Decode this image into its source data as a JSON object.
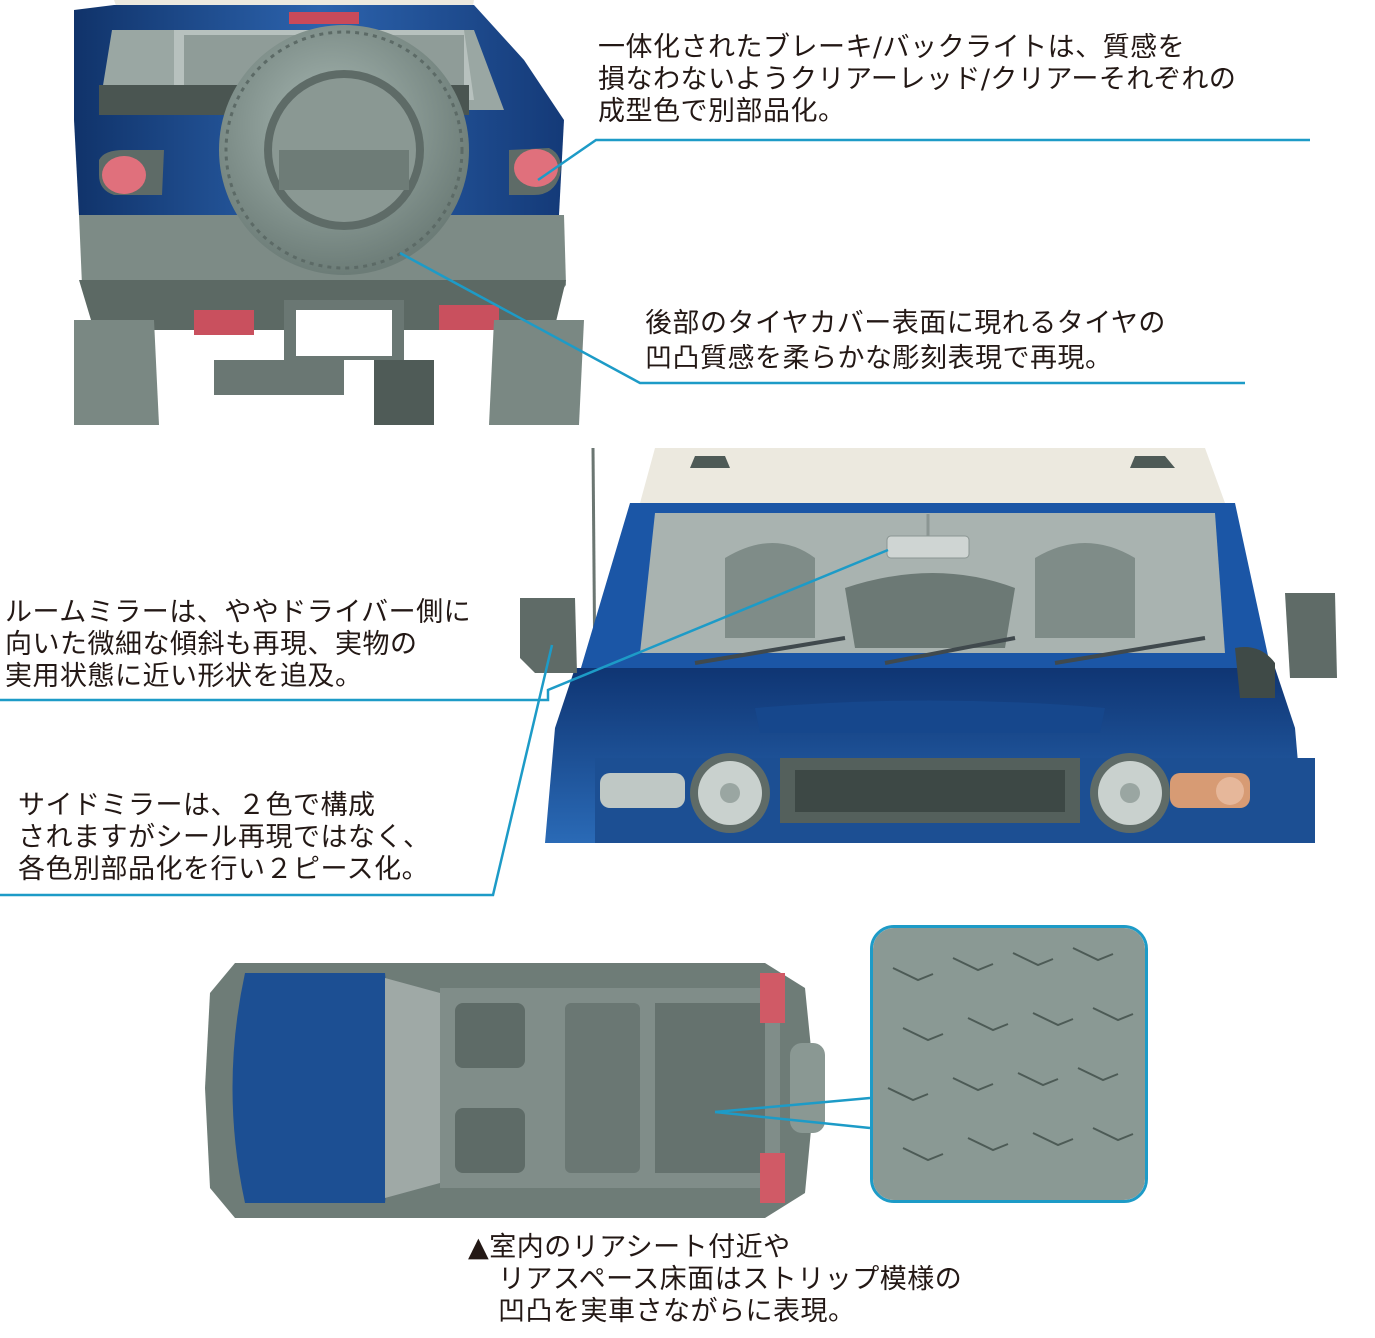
{
  "callouts": {
    "rear_lights": {
      "lines": [
        "一体化されたブレーキ/バックライトは、質感を",
        "損なわないようクリアーレッド/クリアーそれぞれの",
        "成型色で別部品化。"
      ]
    },
    "spare_tire": {
      "lines": [
        "後部のタイヤカバー表面に現れるタイヤの",
        "凹凸質感を柔らかな彫刻表現で再現。"
      ]
    },
    "room_mirror": {
      "lines": [
        "ルームミラーは、ややドライバー側に",
        "向いた微細な傾斜も再現、実物の",
        "実用状態に近い形状を追及。"
      ]
    },
    "side_mirror": {
      "lines": [
        "サイドミラーは、２色で構成",
        "されますがシール再現ではなく、",
        "各色別部品化を行い２ピース化。"
      ]
    },
    "floor_pattern": {
      "lines": [
        "▲室内のリアシート付近や",
        "リアスペース床面はストリップ模様の",
        "凹凸を実車さながらに表現。"
      ]
    }
  },
  "colors": {
    "body_blue": "#1c4f93",
    "roof_white": "#ece9df",
    "gray_parts": "#7d8b86",
    "leader_line": "#1d9bc7",
    "tail_light_red": "#e0707c",
    "turn_signal_amber": "#d79b74"
  }
}
